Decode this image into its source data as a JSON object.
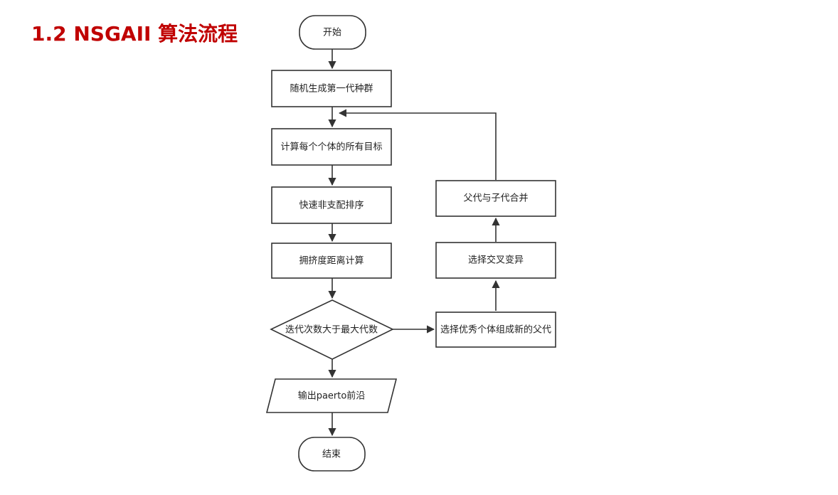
{
  "slide": {
    "title": "1.2  NSGAII 算法流程"
  },
  "flowchart": {
    "start": "开始",
    "init_population": "随机生成第一代种群",
    "evaluate_objectives": "计算每个个体的所有目标",
    "fast_nondominated_sort": "快速非支配排序",
    "crowding_distance": "拥挤度距离计算",
    "termination_check": "迭代次数大于最大代数",
    "output_front": "输出paerto前沿",
    "end": "结束",
    "select_parents": "选择优秀个体组成新的父代",
    "crossover_mutation": "选择交叉变异",
    "merge_populations": "父代与子代合并"
  },
  "colors": {
    "title": "#c00000",
    "stroke": "#333333",
    "text": "#222222"
  }
}
